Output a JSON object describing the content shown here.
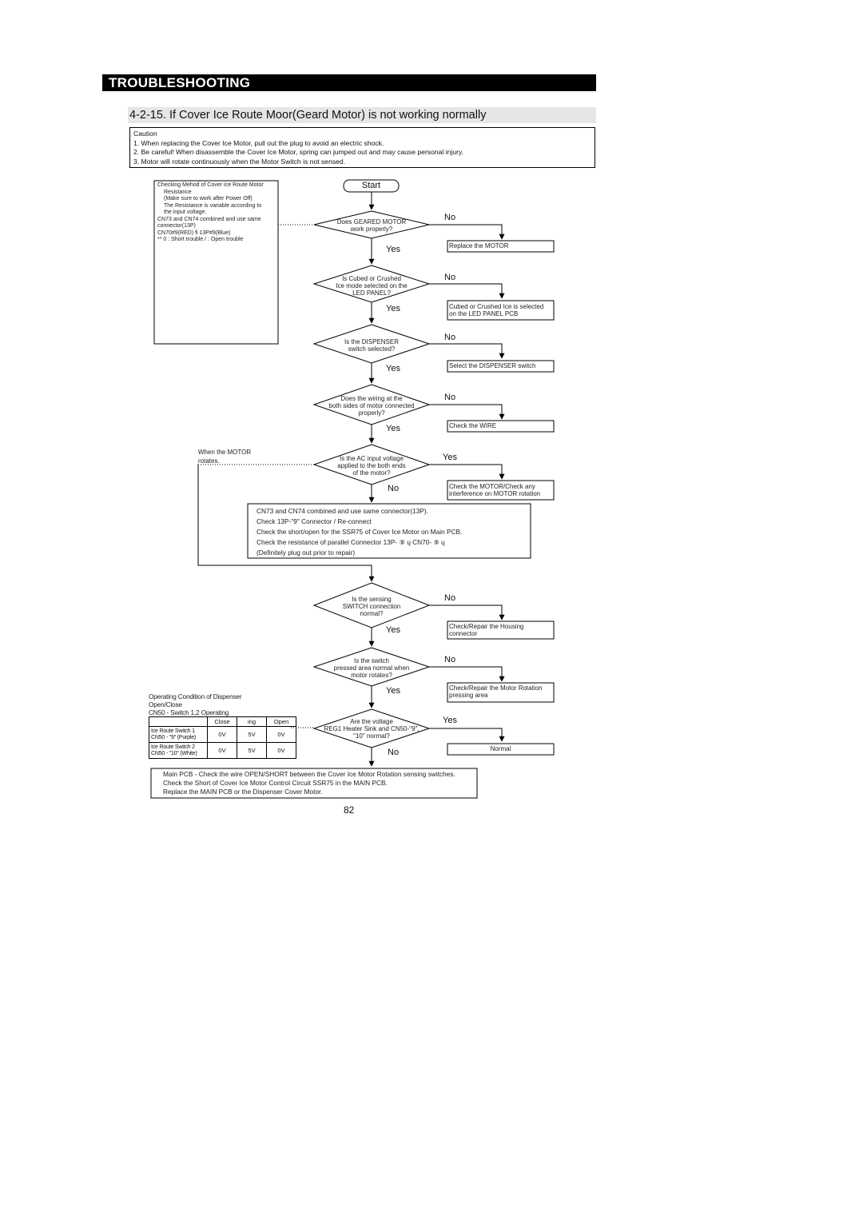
{
  "header": {
    "title": "TROUBLESHOOTING"
  },
  "section": {
    "title": "4-2-15. If Cover Ice Route Moor(Geard Motor) is not working normally"
  },
  "caution": {
    "label": "Caution",
    "items": [
      "1. When replacing the Cover Ice Motor, pull out the plug to avoid an electric shock.",
      "2. Be careful! When disassemble the Cover Ice Motor, spring can jumped out and may cause personal injury.",
      "3. Motor will rotate continuously when the Motor Switch is not sensed."
    ]
  },
  "resistance_note": {
    "lines": [
      "Checking Mehod of Cover Ice Route Motor",
      "Resistance",
      "(Make sure to work after Power Off)",
      "The Resistance is variable  according to",
      "the input voltage.",
      "CN73 and CN74 combined and use same",
      "connector(13P)",
      "CN70#9(RED)  fi  13P#9(Blue)",
      "** 0    : Short trouble /         : Open trouble"
    ]
  },
  "flow": {
    "start": "Start",
    "yes": "Yes",
    "no": "No",
    "decisions": [
      {
        "lines": [
          "Does GEARED MOTOR",
          "work properly?"
        ],
        "action": [
          "Replace the MOTOR"
        ]
      },
      {
        "lines": [
          "Is Cubed or Crushed",
          "Ice mode selected on the",
          "LED PANEL?"
        ],
        "action": [
          "Cubed or Crushed Ice is selected",
          "on the LED PANEL PCB"
        ]
      },
      {
        "lines": [
          "Is the DISPENSER",
          "switch selected?"
        ],
        "action": [
          "Select the DISPENSER switch"
        ]
      },
      {
        "lines": [
          "Does the wiring at the",
          "both sides of motor connected",
          "properly?"
        ],
        "action": [
          "Check the WIRE"
        ]
      },
      {
        "lines": [
          "Is the AC input voltage",
          "applied to the both ends",
          "of the motor?"
        ],
        "action": [
          "Check the MOTOR/Check any",
          "interference on MOTOR rotation"
        ]
      },
      {
        "lines": [
          "Is the sensing",
          "SWITCH connection",
          "normal?"
        ],
        "action": [
          "Check/Repair the Housing",
          "connector"
        ]
      },
      {
        "lines": [
          "Is the switch",
          "pressed area normal when",
          "motor rotates?"
        ],
        "action": [
          "Check/Repair the Motor Rotation",
          "pressing area"
        ]
      },
      {
        "lines": [
          "Are the voltage",
          "REG1 Heater Sink and CN50-\"9\",",
          "\"10\" normal?"
        ],
        "action": [
          "Normal"
        ]
      }
    ],
    "motor_rotates": [
      "When the MOTOR",
      "rotates."
    ],
    "connector_check": [
      "CN73 and CN74 combined and use same connector(13P).",
      "Check 13P-\"9\" Connector / Re-connect",
      "Check the short/open for the SSR75 of Cover Ice Motor on Main PCB.",
      "Check the resistance of parallel Connector 13P- ⑨ ų CN70- ⑨ ų",
      "(Definitely plug out prior to repair)"
    ],
    "final_check": [
      "Main PCB - Check the wire OPEN/SHORT between the Cover Ice Motor Rotation sensing switches.",
      "Check the Short of Cover Ice Motor Control Circuit SSR75 in the MAIN PCB.",
      "Replace the MAIN PCB or the Dispenser Cover Motor."
    ]
  },
  "operating_table": {
    "title_lines": [
      "Operating Condition of Dispenser",
      "Open/Close",
      "CN50 - Switch 1,2 Operating"
    ],
    "columns": [
      "Close",
      "ing",
      "Open"
    ],
    "rows": [
      {
        "label": [
          "Ice Route Switch 1",
          "CN50 - \"9\" (Purple)"
        ],
        "values": [
          "0V",
          "5V",
          "0V"
        ]
      },
      {
        "label": [
          "Ice Route Switch 2",
          "CN50 - \"10\" (White)"
        ],
        "values": [
          "0V",
          "5V",
          "0V"
        ]
      }
    ]
  },
  "page_number": "82"
}
